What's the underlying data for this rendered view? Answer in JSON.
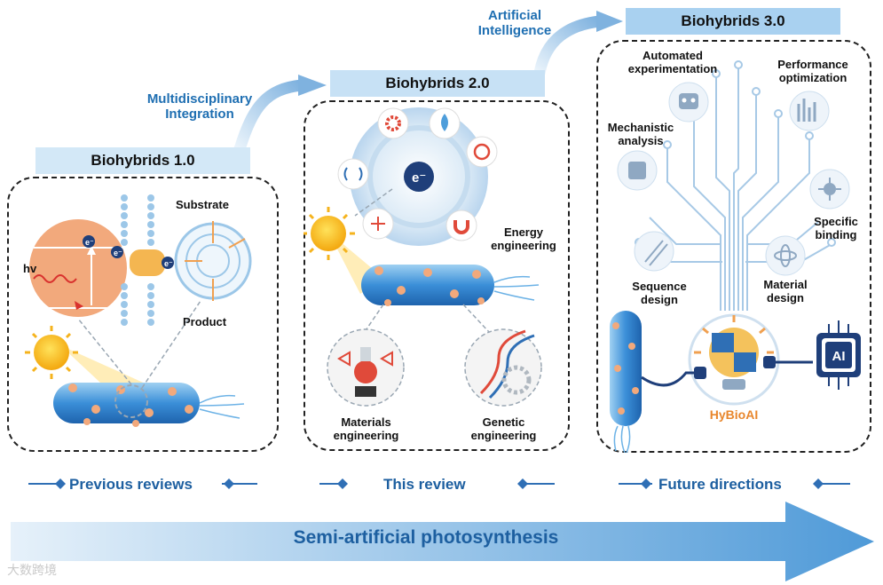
{
  "stage_arrows": {
    "first": "Multidisciplinary\nIntegration",
    "second": "Artificial\nIntelligence"
  },
  "gen1": {
    "title": "Biohybrids 1.0",
    "substrate": "Substrate",
    "product": "Product",
    "hv": "hv",
    "electron": "e⁻"
  },
  "gen2": {
    "title": "Biohybrids 2.0",
    "electron": "e⁻",
    "energy": "Energy\nengineering",
    "materials": "Materials\nengineering",
    "genetic": "Genetic\nengineering"
  },
  "gen3": {
    "title": "Biohybrids 3.0",
    "automated": "Automated\nexperimentation",
    "performance": "Performance\noptimization",
    "mechanistic": "Mechanistic\nanalysis",
    "specific": "Specific\nbinding",
    "sequence": "Sequence\ndesign",
    "material": "Material\ndesign",
    "hybioai": "HyBioAI",
    "ai": "AI"
  },
  "footer": {
    "previous": "Previous reviews",
    "this": "This review",
    "future": "Future directions"
  },
  "banner": "Semi-artificial photosynthesis",
  "watermark": "大数跨境",
  "colors": {
    "accent_blue": "#1f6fb2",
    "title_bar": "#d3e8f7",
    "orange": "#f0a050"
  }
}
